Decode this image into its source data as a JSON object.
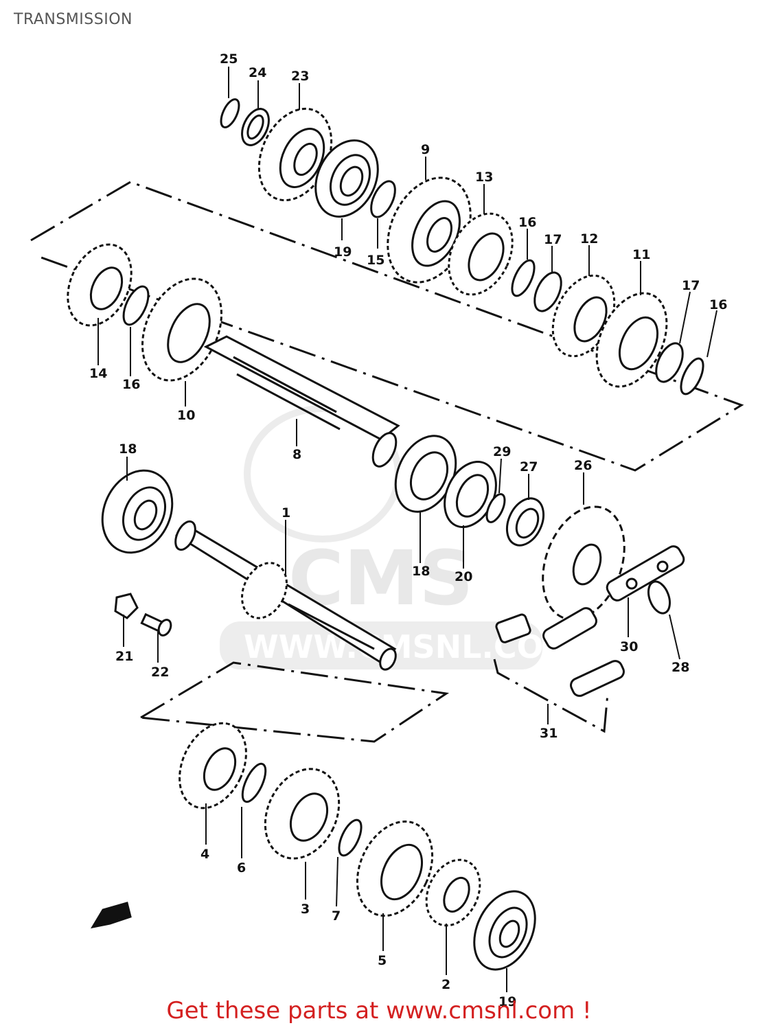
{
  "page": {
    "title": "TRANSMISSION",
    "footer": "Get these parts at www.cmsnl.com !"
  },
  "watermark": {
    "brand": "CMS",
    "url": "WWW.CMSNL.COM"
  },
  "callouts": [
    {
      "id": "p25",
      "text": "25"
    },
    {
      "id": "p24",
      "text": "24"
    },
    {
      "id": "p23",
      "text": "23"
    },
    {
      "id": "p19a",
      "text": "19"
    },
    {
      "id": "p15",
      "text": "15"
    },
    {
      "id": "p9",
      "text": "9"
    },
    {
      "id": "p13",
      "text": "13"
    },
    {
      "id": "p16a",
      "text": "16"
    },
    {
      "id": "p17a",
      "text": "17"
    },
    {
      "id": "p12",
      "text": "12"
    },
    {
      "id": "p11",
      "text": "11"
    },
    {
      "id": "p17b",
      "text": "17"
    },
    {
      "id": "p16b",
      "text": "16"
    },
    {
      "id": "p14",
      "text": "14"
    },
    {
      "id": "p16c",
      "text": "16"
    },
    {
      "id": "p10",
      "text": "10"
    },
    {
      "id": "p8",
      "text": "8"
    },
    {
      "id": "p18a",
      "text": "18"
    },
    {
      "id": "p18b",
      "text": "18"
    },
    {
      "id": "p20",
      "text": "20"
    },
    {
      "id": "p29",
      "text": "29"
    },
    {
      "id": "p27",
      "text": "27"
    },
    {
      "id": "p26",
      "text": "26"
    },
    {
      "id": "p1",
      "text": "1"
    },
    {
      "id": "p21",
      "text": "21"
    },
    {
      "id": "p22",
      "text": "22"
    },
    {
      "id": "p30",
      "text": "30"
    },
    {
      "id": "p28",
      "text": "28"
    },
    {
      "id": "p31",
      "text": "31"
    },
    {
      "id": "p4",
      "text": "4"
    },
    {
      "id": "p6",
      "text": "6"
    },
    {
      "id": "p3",
      "text": "3"
    },
    {
      "id": "p7",
      "text": "7"
    },
    {
      "id": "p5",
      "text": "5"
    },
    {
      "id": "p2",
      "text": "2"
    },
    {
      "id": "p19b",
      "text": "19"
    }
  ]
}
